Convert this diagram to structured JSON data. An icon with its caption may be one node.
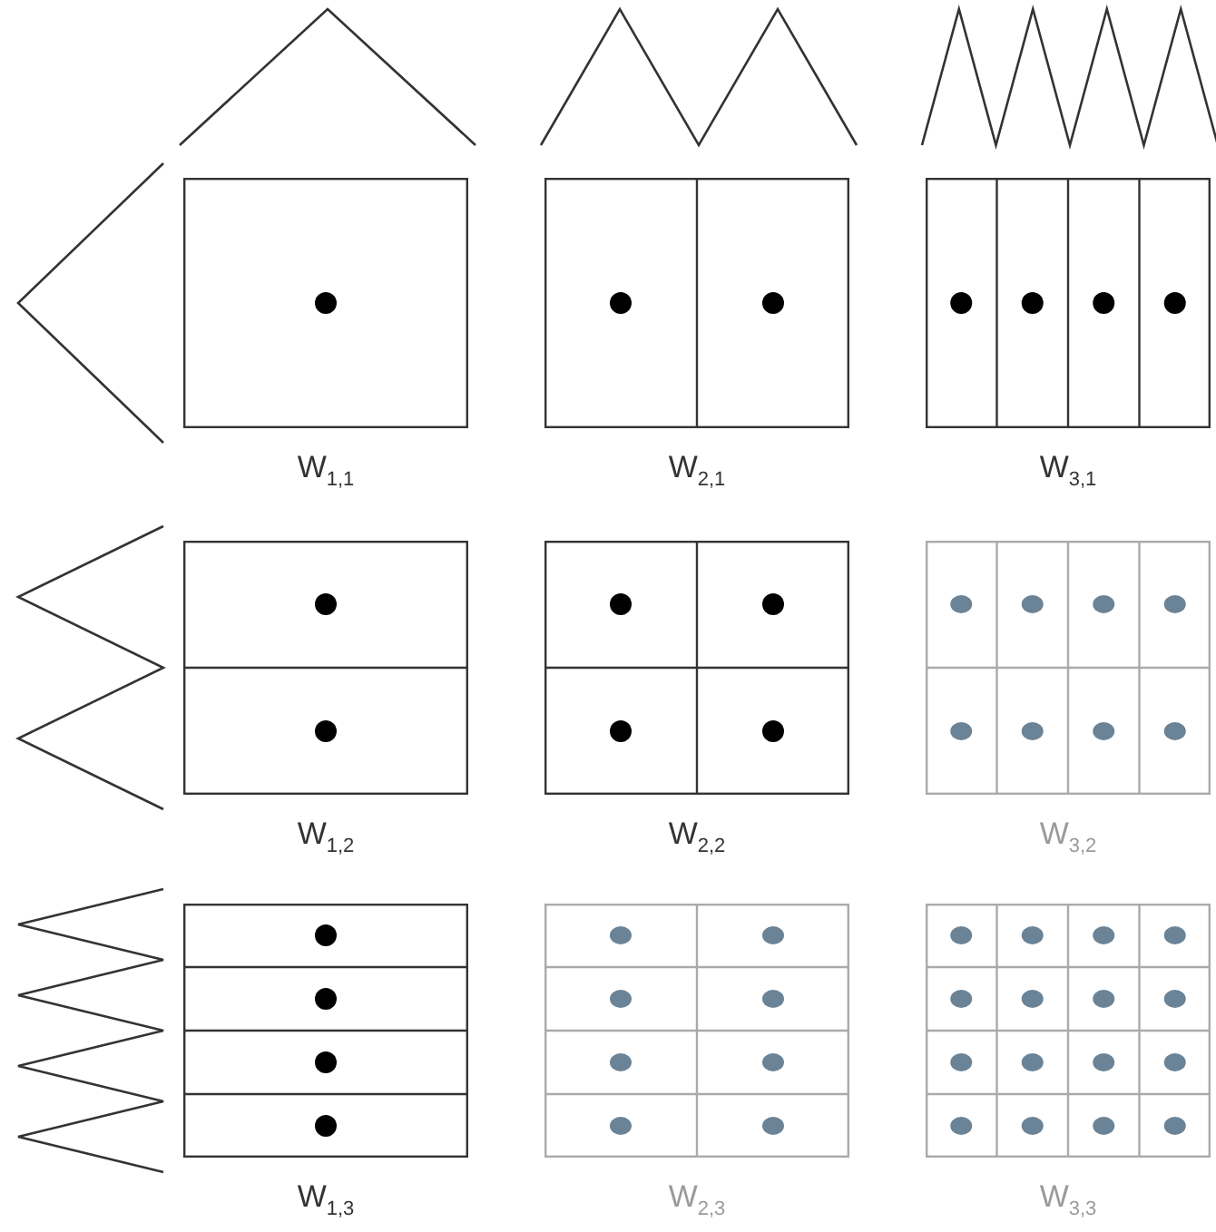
{
  "diagram": {
    "nodes": [
      {
        "text": [
          "W$_{1,1}$"
        ]
      },
      {
        "text": [
          "W$_{2,1}$"
        ]
      },
      {
        "text": [
          "W$_{3,1}$"
        ]
      },
      {
        "text": [
          "W$_{1,2}$"
        ]
      },
      {
        "text": [
          "W$_{2,2}$"
        ]
      },
      {
        "text": [
          "W$_{3,2}$"
        ]
      },
      {
        "text": [
          "W$_{1,3}$"
        ]
      },
      {
        "text": [
          "W$_{2,3}$"
        ]
      },
      {
        "text": [
          "W$_{3,3}$"
        ]
      }
    ]
  }
}
